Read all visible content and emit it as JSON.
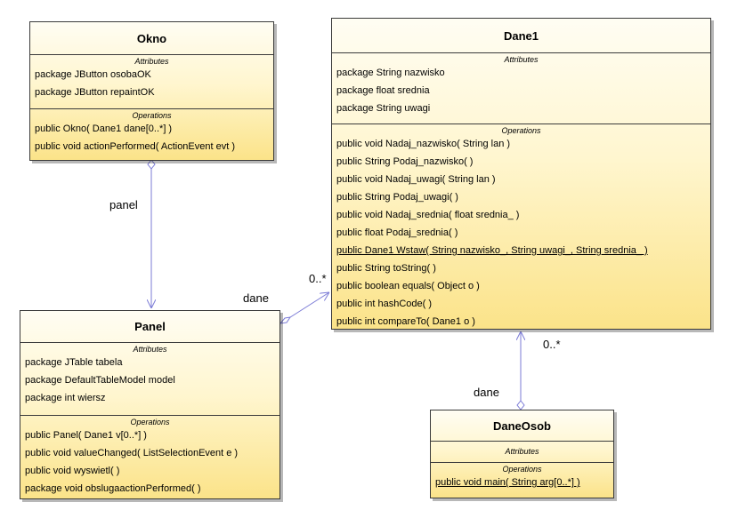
{
  "classes": {
    "okno": {
      "name": "Okno",
      "attributes_heading": "Attributes",
      "attributes": [
        "package JButton osobaOK",
        "package JButton repaintOK"
      ],
      "operations_heading": "Operations",
      "operations": [
        "public Okno( Dane1 dane[0..*] )",
        "public void  actionPerformed( ActionEvent evt )"
      ]
    },
    "dane1": {
      "name": "Dane1",
      "attributes_heading": "Attributes",
      "attributes": [
        "package String nazwisko",
        "package float srednia",
        "package String uwagi"
      ],
      "operations_heading": "Operations",
      "operations": [
        "public void  Nadaj_nazwisko( String lan )",
        "public String  Podaj_nazwisko( )",
        "public void  Nadaj_uwagi( String lan )",
        "public String  Podaj_uwagi( )",
        "public void  Nadaj_srednia( float srednia_ )",
        "public float  Podaj_srednia( )",
        "public Dane1  Wstaw( String nazwisko_, String uwagi_, String srednia_ )",
        "public String  toString( )",
        "public boolean  equals( Object o )",
        "public int  hashCode( )",
        "public int  compareTo( Dane1 o )"
      ]
    },
    "panel": {
      "name": "Panel",
      "attributes_heading": "Attributes",
      "attributes": [
        "package JTable tabela",
        "package DefaultTableModel model",
        "package int wiersz"
      ],
      "operations_heading": "Operations",
      "operations": [
        "public Panel( Dane1 v[0..*] )",
        "public void  valueChanged( ListSelectionEvent e )",
        "public void  wyswietl( )",
        "package void  obslugaactionPerformed( )"
      ]
    },
    "daneosob": {
      "name": "DaneOsob",
      "attributes_heading": "Attributes",
      "attributes": [],
      "operations_heading": "Operations",
      "operations": [
        "public void  main( String arg[0..*] )"
      ]
    }
  },
  "associations": {
    "okno_panel": {
      "role": "panel"
    },
    "panel_dane1": {
      "role": "dane",
      "multiplicity": "0..*"
    },
    "daneosob_dane1": {
      "role": "dane",
      "multiplicity": "0..*"
    }
  },
  "colors": {
    "line": "#7b7bd6",
    "border": "#3a3a3a",
    "fill_top": "#fffdf3",
    "fill_bottom": "#fbe389"
  }
}
